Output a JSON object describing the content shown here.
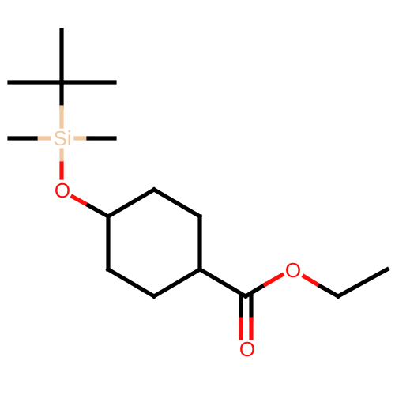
{
  "molecule": {
    "atoms": {
      "silicon": {
        "label": "Si",
        "color": "#f0c8a0"
      },
      "ether_oxygen": {
        "label": "O",
        "color": "#ff0d0d"
      },
      "ester_oxygen": {
        "label": "O",
        "color": "#ff0d0d"
      },
      "carbonyl_oxygen": {
        "label": "O",
        "color": "#ff0d0d"
      }
    },
    "bond_color": "#000000"
  }
}
